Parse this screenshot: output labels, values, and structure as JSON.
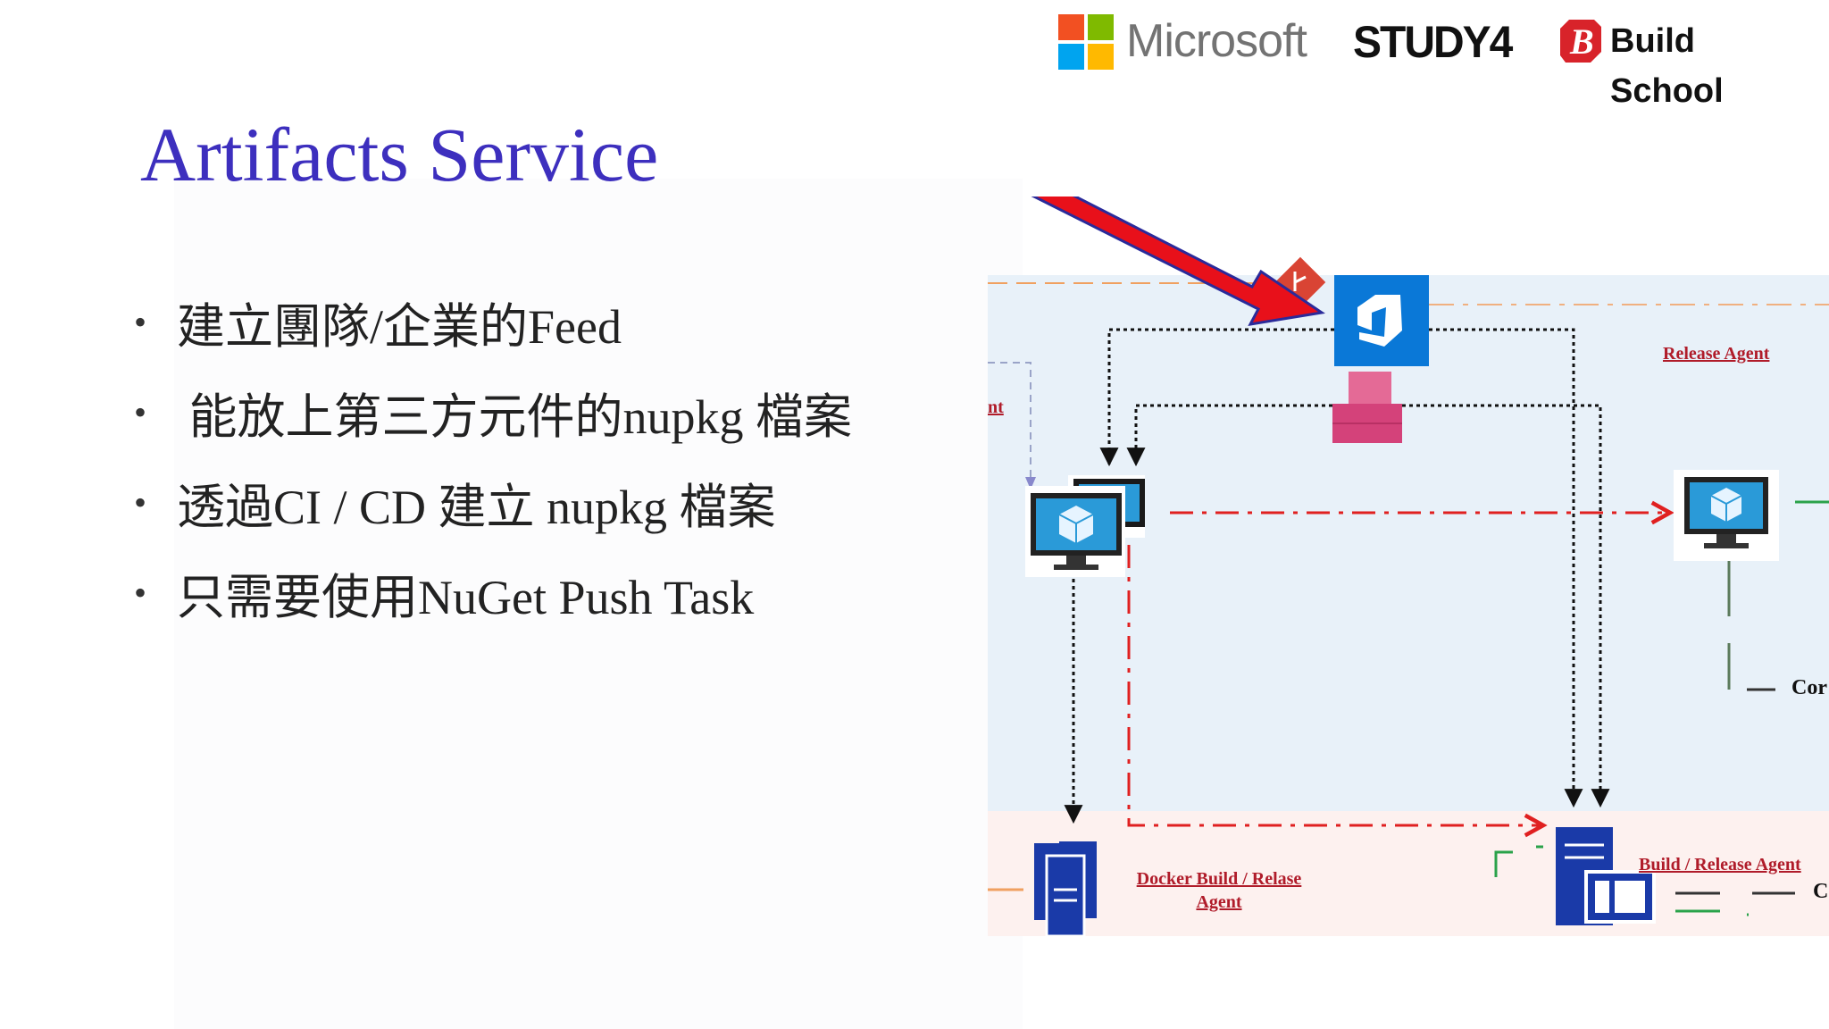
{
  "logos": {
    "microsoft": "Microsoft",
    "study4": "STUDY4",
    "build_school": "Build School",
    "build_school_mark": "B"
  },
  "slide": {
    "title": "Artifacts Service",
    "bullets": [
      "建立團隊/企業的Feed",
      " 能放上第三方元件的nupkg 檔案",
      "透過CI / CD 建立 nupkg 檔案",
      "只需要使用NuGet Push Task"
    ]
  },
  "diagram": {
    "labels": {
      "release_agent": "Release Agent",
      "agent_fragment_left": "nt",
      "docker_agent": "Docker Build / Relase Agent",
      "build_release_agent": "Build / Release Agent",
      "con_fragment": "Cor",
      "c_fragment": "C"
    }
  },
  "colors": {
    "title": "#3d2fbe",
    "arrow": "#e8101a",
    "arrow_outline": "#2a2a9a",
    "azure_blue": "#0a78d7",
    "artifact_pink": "#d4427a",
    "red_dash": "#e02020",
    "label_red": "#b01c2a",
    "panel_blue": "#e8f1f9",
    "panel_pink": "#fdf1ef"
  }
}
